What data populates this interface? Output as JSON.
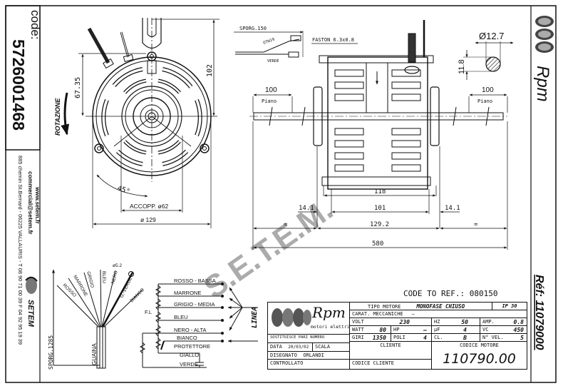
{
  "left_strip": {
    "code_label": "code:",
    "code_value": "5726001468",
    "website": "www.setem.fr",
    "email": "commercial@setem.fr",
    "address": "885 chemin St.Bernard - 06225 VALLAURIS - T 08 90 71 00 39  F 04 92 95 19 39",
    "logo_text": "SETEM"
  },
  "right_strip": {
    "brand": "Rpm",
    "ref": "Réf: 11079000"
  },
  "front_view": {
    "rotation_label": "ROTAZIONE",
    "dim_height_upper": "67.35",
    "dim_height_total": "102",
    "dim_angle": "45°",
    "dim_coupling": "ACCOPP. ø62",
    "dim_diameter": "ø 129"
  },
  "side_view": {
    "lead_length": "SPORG.150",
    "wire_label_1": "OTW19",
    "wire_label_2": "VERDE",
    "faston": "FASTON 6.3x0.8",
    "shaft_diameter": "Ø12.7",
    "flat_depth": "11.8",
    "flat_left": "100",
    "flat_right": "100",
    "flat_left_label": "Piano",
    "flat_right_label": "Piano",
    "dim_body": "118",
    "dim_inner": "101",
    "dim_offset_left": "14.1",
    "dim_offset_right": "14.1",
    "dim_center": "129.2",
    "dim_equal_left": "=",
    "dim_equal_right": "=",
    "dim_total": "580"
  },
  "wiring": {
    "cable_length": "SPORG.1285",
    "sheath": "GUAINA",
    "terminal": "ø5.2",
    "fan_wires": [
      "ROSSO",
      "MARRONE",
      "GRIGIO",
      "BLEU",
      "NERO",
      "G.-VERDE",
      "BIANCO"
    ],
    "leads": [
      "ROSSO - BASSA",
      "MARRONE",
      "GRIGIO - MEDIA",
      "BLEU",
      "NERO - ALTA",
      "BIANCO",
      "PROTETTORE",
      "GIALLO",
      "VERDE"
    ],
    "fl_label": "F.L",
    "line_label": "LINEA"
  },
  "title_block": {
    "code_to_ref": "CODE TO REF.: 080150",
    "logo_brand": "Rpm",
    "logo_sub": "motori elettrici",
    "tipo_motore_label": "TIPO MOTORE",
    "tipo_motore": "MONOFASE CHIUSO",
    "ip": "IP 30",
    "carat_label": "CARAT. MECCANICHE",
    "carat_value": "–",
    "volt_label": "VOLT",
    "volt": "230",
    "hz_label": "HZ",
    "hz": "50",
    "amp_label": "AMP.",
    "amp": "0.8",
    "watt_label": "WATT",
    "watt": "80",
    "hp_label": "HP",
    "hp": "–",
    "uf_label": "µF",
    "uf": "4",
    "vc_label": "VC",
    "vc": "450",
    "giri_label": "GIRI",
    "giri": "1350",
    "poli_label": "POLI",
    "poli": "4",
    "cl_label": "CL.",
    "cl": "B",
    "vel_label": "N° VEL.",
    "vel": "5",
    "sostituisce": "SOSTITUISCE PARI NUMERO",
    "data_label": "DATA",
    "data": "20/03/02",
    "scala_label": "SCALA",
    "disegnato_label": "DISEGNATO",
    "disegnato": "ORLANDI",
    "controllato_label": "CONTROLLATO",
    "cliente_label": "CLIENTE",
    "codice_cliente_label": "CODICE CLIENTE",
    "codice_motore_label": "CODICE MOTORE",
    "codice_motore": "110790.00"
  }
}
